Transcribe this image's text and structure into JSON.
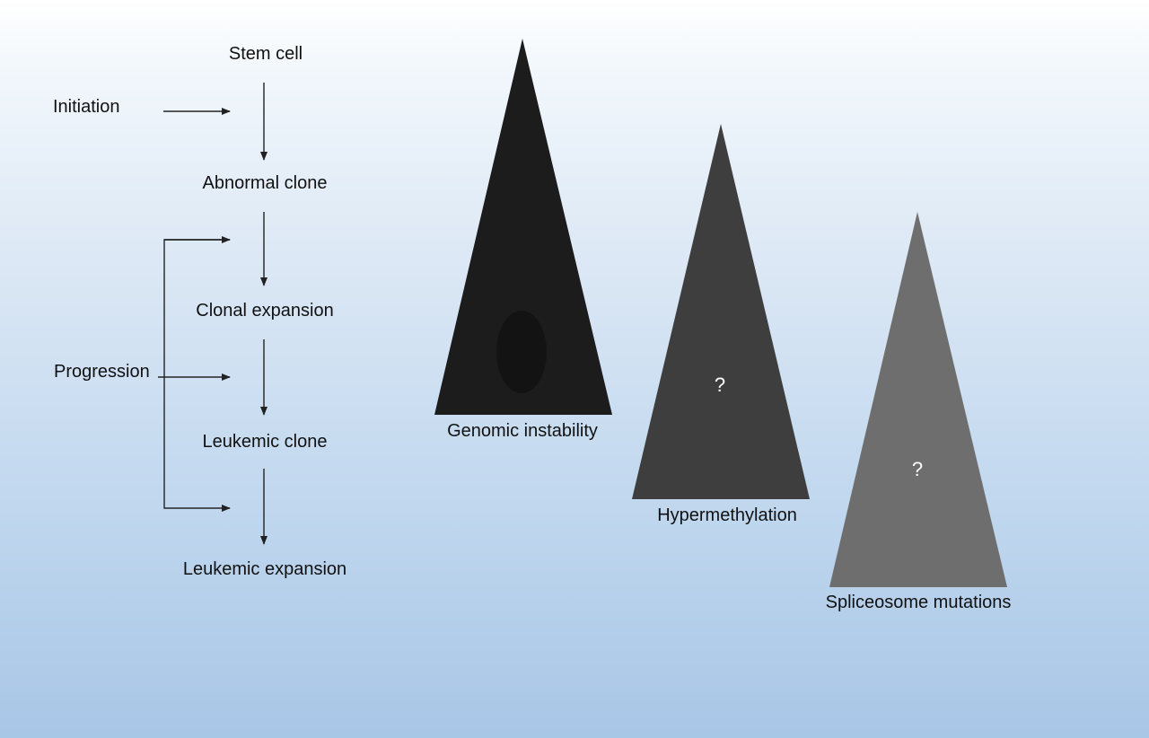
{
  "flow": {
    "steps": [
      "Stem cell",
      "Abnormal clone",
      "Clonal expansion",
      "Leukemic clone",
      "Leukemic expansion"
    ],
    "initiation_label": "Initiation",
    "progression_label": "Progression"
  },
  "pyramids": [
    {
      "label": "Genomic instability",
      "marker": "",
      "color": "#1c1c1c"
    },
    {
      "label": "Hypermethylation",
      "marker": "?",
      "color": "#3e3e3e"
    },
    {
      "label": "Spliceosome mutations",
      "marker": "?",
      "color": "#6e6e6e"
    }
  ]
}
